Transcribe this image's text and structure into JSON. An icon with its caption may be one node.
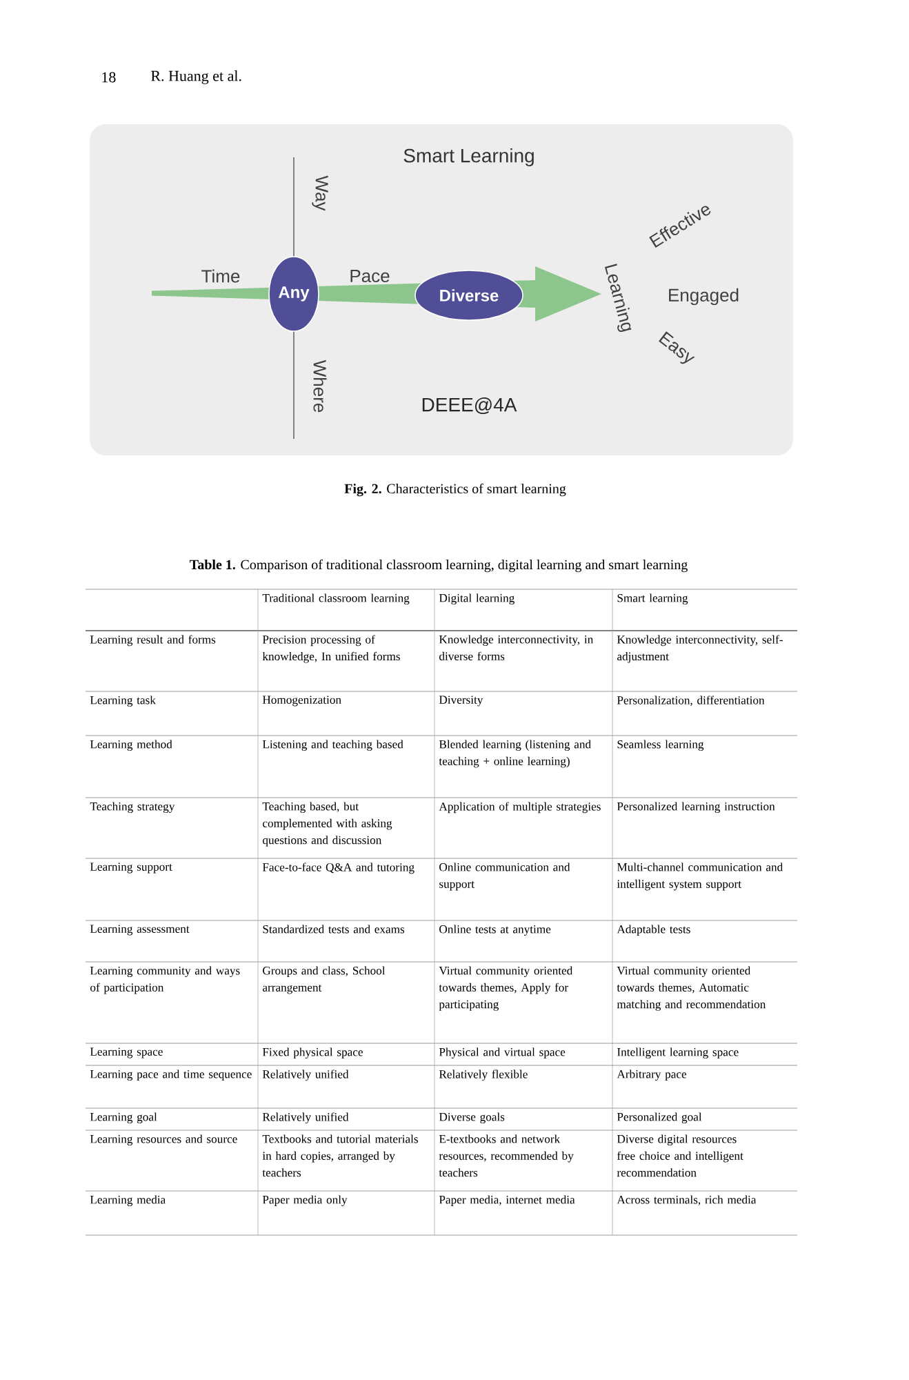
{
  "diagram": {
    "caption": "**Fig. 2.** Characteristics of smart learning",
    "nodes": [
      {
        "text": [
          "Any"
        ]
      },
      {
        "text": [
          "Diverse"
        ]
      }
    ],
    "labels": [
      "18",
      "R. Huang et al.",
      "Smart Learning",
      "Way",
      "Time",
      "Pace",
      "Learning",
      "Effective",
      "Engaged",
      "Easy",
      "Where",
      "DEEE@4A",
      "**Table 1.** Comparison of traditional classroom learning, digital learning and smart learning",
      "Traditional classroom learning",
      "Digital learning",
      "Smart learning",
      "Learning result and forms",
      "Precision processing of knowledge, In unified forms",
      "Knowledge interconnectivity, in diverse forms",
      "Knowledge interconnectivity, self-adjustment",
      "Learning task",
      "Homogenization",
      "Diversity",
      "Personalization, differentiation",
      "Learning method",
      "Listening and teaching based",
      "Blended learning (listening and teaching + online learning)",
      "Seamless learning",
      "Teaching strategy",
      "Teaching based, but complemented with asking questions and discussion",
      "Application of multiple strategies",
      "Personalized learning instruction",
      "Learning support",
      "Face-to-face Q&A and tutoring",
      "Online communication and support",
      "Multi-channel communication and intelligent system support",
      "Learning assessment",
      "Standardized tests and exams",
      "Online tests at anytime",
      "Adaptable tests",
      "Learning community and ways of participation",
      "Groups and class, School arrangement",
      "Virtual community oriented towards themes, Apply for participating",
      "Virtual community oriented towards themes, Automatic matching and recommendation",
      "Learning space",
      "Fixed physical space",
      "Physical and virtual space",
      "Intelligent learning space",
      "Learning pace and time sequence",
      "Relatively unified",
      "Relatively flexible",
      "Arbitrary pace",
      "Learning goal",
      "Relatively unified",
      "Diverse goals",
      "Personalized goal",
      "Learning resources and source",
      "Textbooks and tutorial materials in hard copies, arranged by teachers",
      "E-textbooks and network resources, recommended by teachers",
      "Diverse digital resources free choice and intelligent recommendation",
      "Learning media",
      "Paper media only",
      "Paper media, internet media",
      "Across terminals, rich media"
    ]
  }
}
